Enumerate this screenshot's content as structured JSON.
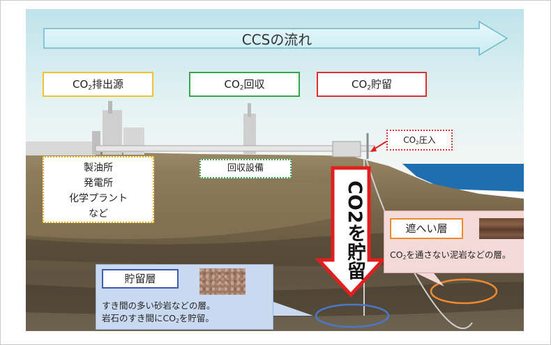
{
  "flow": {
    "label": "CCSの流れ"
  },
  "stages": [
    {
      "label_pre": "CO",
      "label_sub": "2",
      "label_post": "排出源",
      "color": "#f2c230"
    },
    {
      "label_pre": "CO",
      "label_sub": "2",
      "label_post": "回収",
      "color": "#39a54a"
    },
    {
      "label_pre": "CO",
      "label_sub": "2",
      "label_post": "貯留",
      "color": "#e03030"
    }
  ],
  "sources": {
    "lines": [
      "製油所",
      "発電所",
      "化学プラント",
      "など"
    ]
  },
  "capture_facility": {
    "label": "回収設備"
  },
  "injection": {
    "label_pre": "CO",
    "label_sub": "2",
    "label_post": "圧入"
  },
  "storage_arrow": {
    "text": "CO2を貯留"
  },
  "cap_rock": {
    "title": "遮へい層",
    "desc_pre": "CO",
    "desc_sub": "2",
    "desc_post": "を通さない泥岩などの層。",
    "color": "#f08a30"
  },
  "reservoir": {
    "title": "貯留層",
    "desc_line1": "すき間の多い砂岩などの層。",
    "desc_line2_pre": "岩石のすき間にCO",
    "desc_line2_sub": "2",
    "desc_line2_post": "を貯留。",
    "color": "#3b5fb0"
  },
  "colors": {
    "sky": "#bfe3ea",
    "sea": "#1f6fb0",
    "arrow_outline": "#e02020"
  }
}
